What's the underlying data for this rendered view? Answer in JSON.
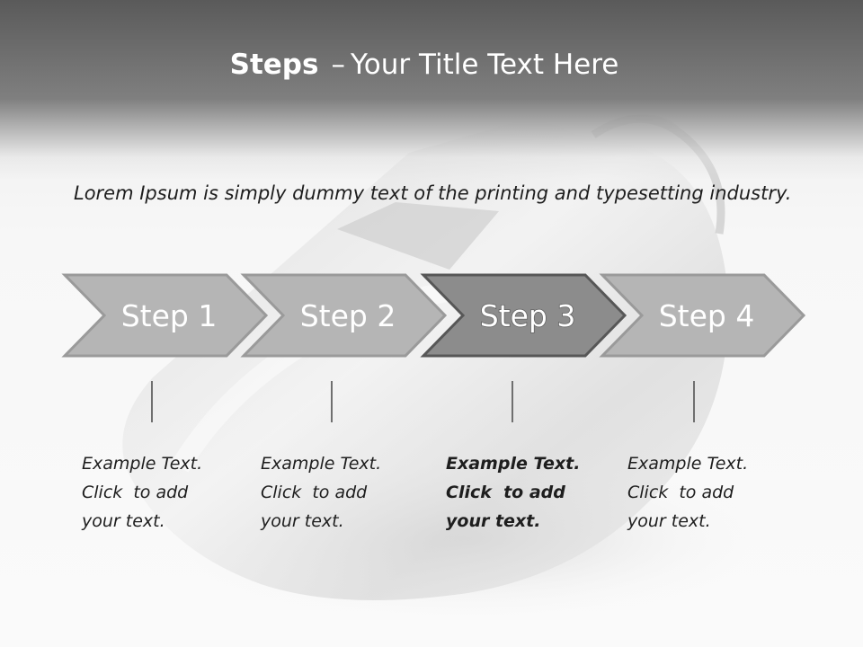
{
  "title": {
    "bold_part": "Steps",
    "separator": "–",
    "rest": "Your Title Text Here"
  },
  "intro_text": "Lorem Ipsum is simply dummy text of the printing and typesetting industry.",
  "steps": [
    {
      "label": "Step 1",
      "active": false,
      "text_lines": [
        "Example Text.",
        "Click  to add",
        "your text."
      ]
    },
    {
      "label": "Step 2",
      "active": false,
      "text_lines": [
        "Example Text.",
        "Click  to add",
        "your text."
      ]
    },
    {
      "label": "Step 3",
      "active": true,
      "text_lines": [
        "Example Text.",
        "Click  to add",
        "your text."
      ]
    },
    {
      "label": "Step 4",
      "active": false,
      "text_lines": [
        "Example Text.",
        "Click  to add",
        "your text."
      ]
    }
  ],
  "colors": {
    "chevron_fill": "#b5b5b5",
    "chevron_active_fill": "#8c8c8c",
    "chevron_stroke": "#9a9a9a",
    "chevron_active_stroke": "#575757",
    "title_band": "#6e6e6e"
  },
  "background_image": "whistle-photo"
}
